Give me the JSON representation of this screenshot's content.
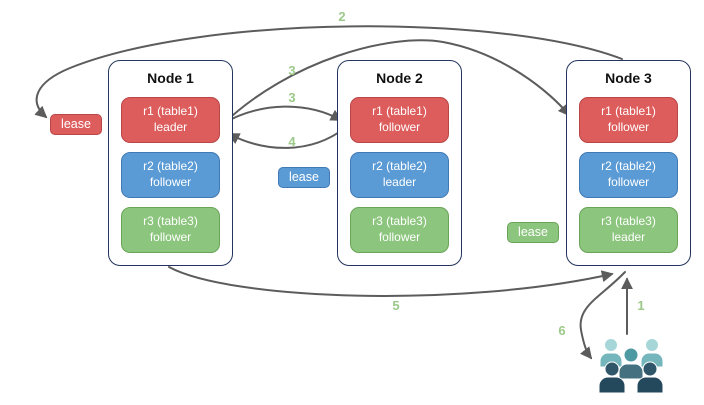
{
  "colors": {
    "red": "#dd5c5c",
    "red_border": "#b94545",
    "blue": "#5b9bd5",
    "blue_border": "#4179b4",
    "green": "#8cc57d",
    "green_border": "#6aa457",
    "node_border": "#23355c",
    "arrow": "#5c5c5c",
    "step": "#9cc98a",
    "users_light_head": "#a7d6d9",
    "users_light_body": "#75b6bc",
    "users_mid_head": "#4e9aa2",
    "users_mid_body": "#45707f",
    "users_dark_head": "#2f5669",
    "users_dark_body": "#24485c"
  },
  "diagram": {
    "nodes": [
      {
        "title": "Node 1",
        "replicas": [
          {
            "name": "r1 (table1)",
            "role": "leader",
            "color": "red"
          },
          {
            "name": "r2 (table2)",
            "role": "follower",
            "color": "blue"
          },
          {
            "name": "r3 (table3)",
            "role": "follower",
            "color": "green"
          }
        ]
      },
      {
        "title": "Node 2",
        "replicas": [
          {
            "name": "r1 (table1)",
            "role": "follower",
            "color": "red"
          },
          {
            "name": "r2 (table2)",
            "role": "leader",
            "color": "blue"
          },
          {
            "name": "r3 (table3)",
            "role": "follower",
            "color": "green"
          }
        ]
      },
      {
        "title": "Node 3",
        "replicas": [
          {
            "name": "r1 (table1)",
            "role": "follower",
            "color": "red"
          },
          {
            "name": "r2 (table2)",
            "role": "follower",
            "color": "blue"
          },
          {
            "name": "r3 (table3)",
            "role": "leader",
            "color": "green"
          }
        ]
      }
    ],
    "leases": {
      "r1": "lease",
      "r2": "lease",
      "r3": "lease"
    },
    "steps": {
      "s1": "1",
      "s2": "2",
      "s3a": "3",
      "s3b": "3",
      "s4": "4",
      "s5": "5",
      "s6": "6"
    },
    "icons": {
      "users": "users-group-icon"
    },
    "edges": [
      {
        "step": "1",
        "from": "clients",
        "to": "node3"
      },
      {
        "step": "2",
        "from": "node3-top",
        "to": "lease-r1"
      },
      {
        "step": "3",
        "from": "node1-r1-leader",
        "to": "node3-r1-follower"
      },
      {
        "step": "3",
        "from": "node1-r1-leader",
        "to": "node2-r1-follower"
      },
      {
        "step": "4",
        "from": "node2-r1-follower",
        "to": "node1-r1-leader"
      },
      {
        "step": "5",
        "from": "node1-bottom",
        "to": "node3-bottom"
      },
      {
        "step": "6",
        "from": "node3-bottom",
        "to": "clients"
      }
    ]
  }
}
